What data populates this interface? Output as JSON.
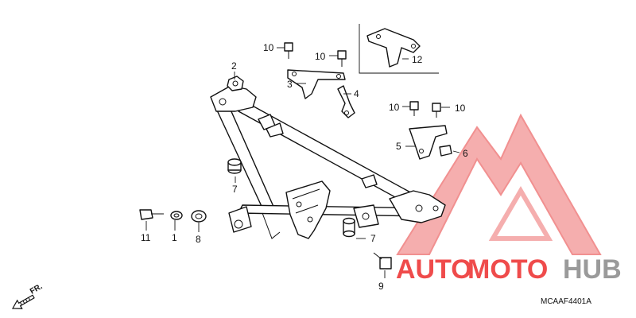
{
  "diagram": {
    "code": "MCAAF4401A",
    "direction": "FR.",
    "callouts": {
      "p1": "1",
      "p2": "2",
      "p3": "3",
      "p4": "4",
      "p5": "5",
      "p6": "6",
      "p7a": "7",
      "p7b": "7",
      "p8": "8",
      "p9": "9",
      "p10a": "10",
      "p10b": "10",
      "p10c": "10",
      "p10d": "10",
      "p11": "11",
      "p12": "12"
    }
  },
  "watermark": {
    "word_auto": "AUTO",
    "word_moto": "MOTO",
    "word_hub": "HUB",
    "color_red": "#ef4b4b",
    "color_gray": "#9a9a9a"
  }
}
